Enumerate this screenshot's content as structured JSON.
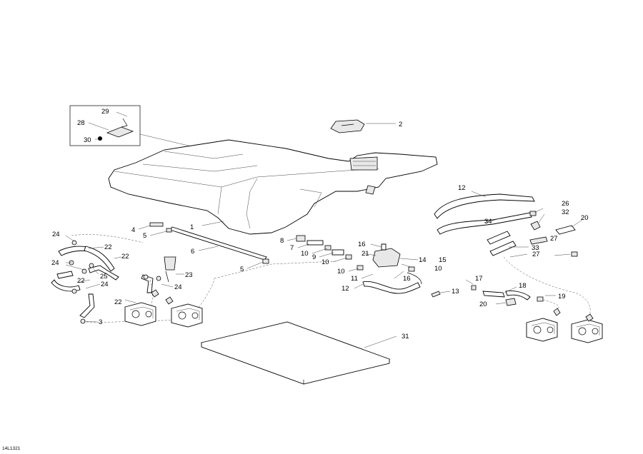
{
  "document_id": "14L1321",
  "callouts": [
    {
      "id": "c29a",
      "label": "29"
    },
    {
      "id": "c28",
      "label": "28"
    },
    {
      "id": "c30",
      "label": "30"
    },
    {
      "id": "c2",
      "label": "2"
    },
    {
      "id": "c1",
      "label": "1"
    },
    {
      "id": "c4",
      "label": "4"
    },
    {
      "id": "c5a",
      "label": "5"
    },
    {
      "id": "c6",
      "label": "6"
    },
    {
      "id": "c5b",
      "label": "5"
    },
    {
      "id": "c8",
      "label": "8"
    },
    {
      "id": "c7",
      "label": "7"
    },
    {
      "id": "c10a",
      "label": "10"
    },
    {
      "id": "c9",
      "label": "9"
    },
    {
      "id": "c10b",
      "label": "10"
    },
    {
      "id": "c10c",
      "label": "10"
    },
    {
      "id": "c16a",
      "label": "16"
    },
    {
      "id": "c21",
      "label": "21"
    },
    {
      "id": "c14",
      "label": "14"
    },
    {
      "id": "c15",
      "label": "15"
    },
    {
      "id": "c11",
      "label": "11"
    },
    {
      "id": "c16b",
      "label": "16"
    },
    {
      "id": "c10d",
      "label": "10"
    },
    {
      "id": "c12b",
      "label": "12"
    },
    {
      "id": "c13",
      "label": "13"
    },
    {
      "id": "c12a",
      "label": "12"
    },
    {
      "id": "c26",
      "label": "26"
    },
    {
      "id": "c32",
      "label": "32"
    },
    {
      "id": "c20a",
      "label": "20"
    },
    {
      "id": "c34",
      "label": "34"
    },
    {
      "id": "c27a",
      "label": "27"
    },
    {
      "id": "c33",
      "label": "33"
    },
    {
      "id": "c27b",
      "label": "27"
    },
    {
      "id": "c17",
      "label": "17"
    },
    {
      "id": "c18",
      "label": "18"
    },
    {
      "id": "c19",
      "label": "19"
    },
    {
      "id": "c20b",
      "label": "20"
    },
    {
      "id": "c24a",
      "label": "24"
    },
    {
      "id": "c22a",
      "label": "22"
    },
    {
      "id": "c22b",
      "label": "22"
    },
    {
      "id": "c24b",
      "label": "24"
    },
    {
      "id": "c23",
      "label": "23"
    },
    {
      "id": "c25",
      "label": "25"
    },
    {
      "id": "c22c",
      "label": "22"
    },
    {
      "id": "c24c",
      "label": "24"
    },
    {
      "id": "c24d",
      "label": "24"
    },
    {
      "id": "c22d",
      "label": "22"
    },
    {
      "id": "c3",
      "label": "3"
    },
    {
      "id": "c31",
      "label": "31"
    }
  ]
}
